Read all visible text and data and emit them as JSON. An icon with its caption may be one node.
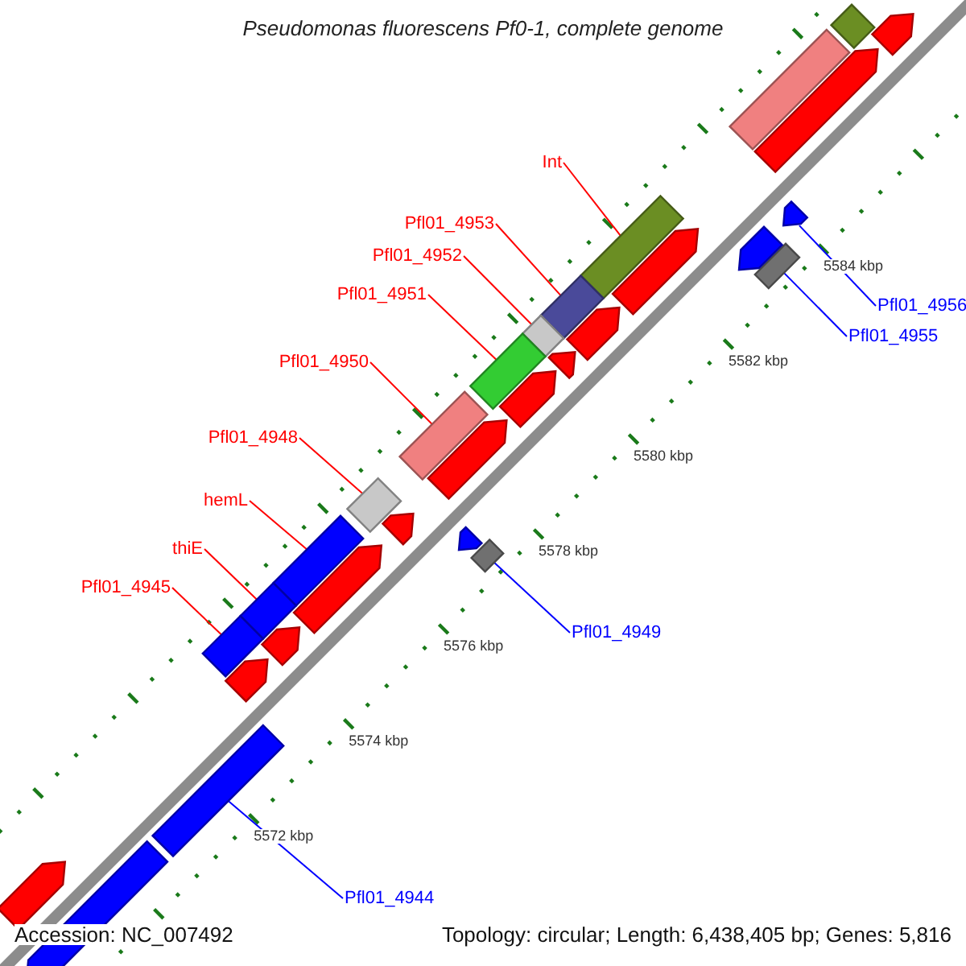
{
  "diagram": {
    "title": "Pseudomonas fluorescens Pf0-1, complete genome",
    "nodes": [
      {
        "text": [
          "Int"
        ]
      },
      {
        "text": [
          "Pfl01_4953"
        ]
      },
      {
        "text": [
          "Pfl01_4952"
        ]
      },
      {
        "text": [
          "Pfl01_4951"
        ]
      },
      {
        "text": [
          "Pfl01_4950"
        ]
      },
      {
        "text": [
          "Pfl01_4948"
        ]
      },
      {
        "text": [
          "hemL"
        ]
      },
      {
        "text": [
          "thiE"
        ]
      },
      {
        "text": [
          "Pfl01_4945"
        ]
      },
      {
        "text": [
          "Pfl01_4956"
        ]
      },
      {
        "text": [
          "Pfl01_4955"
        ]
      },
      {
        "text": [
          "Pfl01_4949"
        ]
      },
      {
        "text": [
          "Pfl01_4944"
        ]
      },
      {
        "text": [],
        "shape": "bar"
      },
      {
        "text": [],
        "shape": "bar"
      },
      {
        "text": [],
        "shape": "bar"
      },
      {
        "text": [],
        "shape": "bar"
      },
      {
        "text": [],
        "shape": "bar"
      },
      {
        "text": [],
        "shape": "bar"
      },
      {
        "text": [],
        "shape": "bar"
      },
      {
        "text": [],
        "shape": "bar"
      },
      {
        "text": [],
        "shape": "bar"
      },
      {
        "text": [],
        "shape": "bar"
      },
      {
        "text": [],
        "shape": "bar"
      },
      {
        "text": [],
        "shape": "bar"
      },
      {
        "text": [],
        "shape": "bar"
      },
      {
        "text": [],
        "shape": "bar"
      },
      {
        "text": [],
        "shape": "bar"
      },
      {
        "text": [],
        "shape": "bar"
      },
      {
        "text": [],
        "shape": "bar"
      },
      {
        "text": [],
        "shape": "bar"
      },
      {
        "text": [],
        "shape": "bar"
      },
      {
        "text": [],
        "shape": "bar"
      },
      {
        "text": [],
        "shape": "bar"
      },
      {
        "text": [],
        "shape": "bar"
      },
      {
        "text": [],
        "shape": "bar"
      },
      {
        "text": [],
        "shape": "bar"
      },
      {
        "text": [],
        "shape": "bar"
      },
      {
        "text": [],
        "shape": "bar"
      },
      {
        "text": [],
        "shape": "bar"
      },
      {
        "text": [],
        "shape": "bar"
      },
      {
        "text": [],
        "shape": "bar"
      },
      {
        "text": [],
        "shape": "bar"
      }
    ],
    "edges": [
      {
        "from": 0,
        "to": 13,
        "arrow": "none"
      },
      {
        "from": 1,
        "to": 14,
        "arrow": "none"
      },
      {
        "from": 2,
        "to": 15,
        "arrow": "none"
      },
      {
        "from": 3,
        "to": 16,
        "arrow": "none"
      },
      {
        "from": 4,
        "to": 17,
        "arrow": "none"
      },
      {
        "from": 5,
        "to": 18,
        "arrow": "none"
      },
      {
        "from": 6,
        "to": 19,
        "arrow": "none"
      },
      {
        "from": 7,
        "to": 20,
        "arrow": "none"
      },
      {
        "from": 8,
        "to": 21,
        "arrow": "none"
      },
      {
        "from": 9,
        "to": 22,
        "arrow": "none",
        "color": "#0000ff"
      },
      {
        "from": 10,
        "to": 23,
        "arrow": "none",
        "color": "#0000ff"
      },
      {
        "from": 11,
        "to": 24,
        "arrow": "none",
        "color": "#0000ff"
      },
      {
        "from": 12,
        "to": 25,
        "arrow": "none",
        "color": "#0000ff"
      }
    ],
    "labels": [
      "5584 kbp",
      "5582 kbp",
      "5580 kbp",
      "5578 kbp",
      "5576 kbp",
      "5574 kbp",
      "5572 kbp",
      "Accession: NC_007492",
      "Topology: circular; Length: 6,438,405 bp; Genes: 5,816"
    ]
  }
}
